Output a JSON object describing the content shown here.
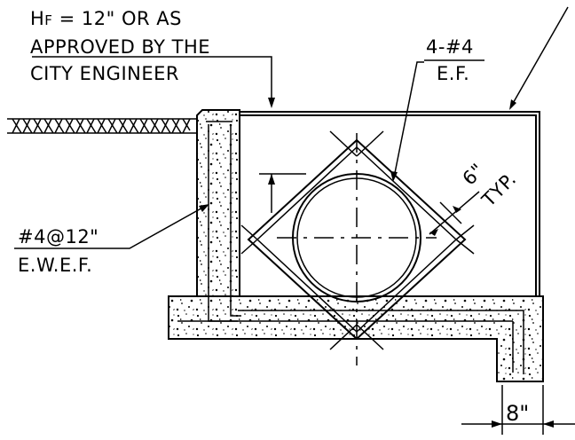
{
  "labels": {
    "hf_line1_prefix": "H",
    "hf_line1_sub": "F",
    "hf_line1_rest": " = 12\" OR AS",
    "hf_line2": "APPROVED BY THE",
    "hf_line3": "CITY ENGINEER",
    "rebar_top": "4-#4",
    "rebar_top_sub": "E.F.",
    "spacing_top": "6\"",
    "spacing_bottom": "TYP.",
    "wall_bar_top": "#4@12\"",
    "wall_bar_bottom": "E.W.E.F.",
    "footing_width": "8\""
  },
  "colors": {
    "line": "#000000",
    "background": "#ffffff"
  }
}
